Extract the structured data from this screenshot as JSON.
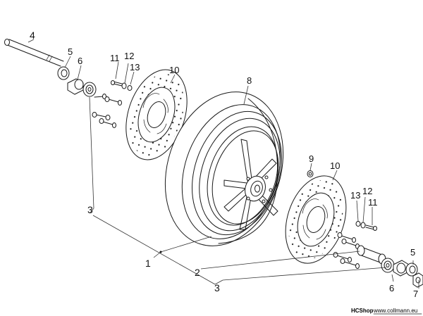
{
  "callouts": {
    "p1": "1",
    "p2": "2",
    "p3a": "3",
    "p3b": "3",
    "p4": "4",
    "p5a": "5",
    "p5b": "5",
    "p6a": "6",
    "p6b": "6",
    "p7": "7",
    "p8": "8",
    "p9": "9",
    "p10a": "10",
    "p10b": "10",
    "p11a": "11",
    "p11b": "11",
    "p12a": "12",
    "p12b": "12",
    "p13a": "13",
    "p13b": "13"
  },
  "credit": {
    "shop": "HCShop",
    "site": "www.collmann.eu"
  }
}
